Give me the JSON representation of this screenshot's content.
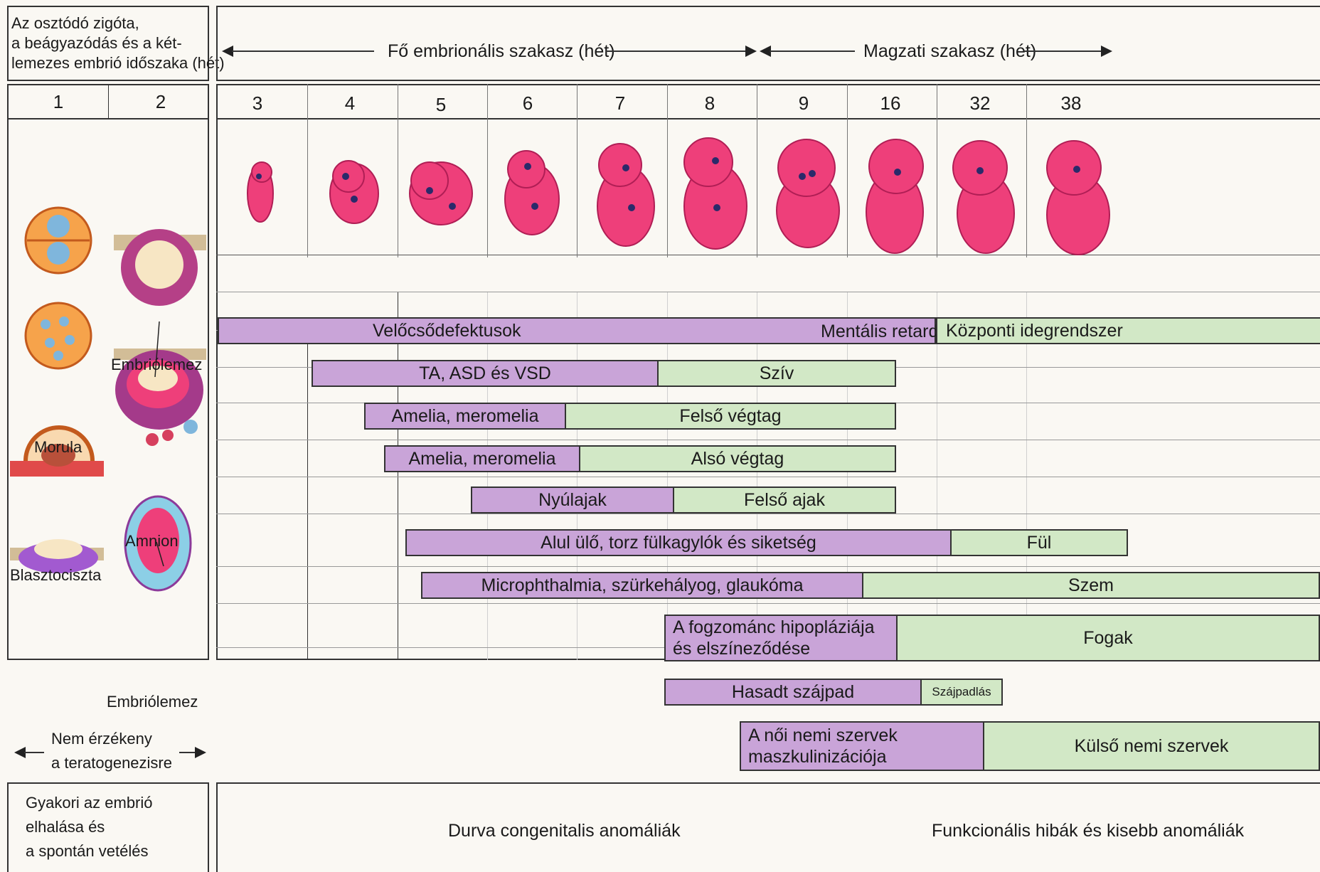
{
  "left_header": {
    "line1": "Az osztódó zigóta,",
    "line2": "a beágyazódás és a két-",
    "line3": "lemezes embrió időszaka (hét)"
  },
  "stage_labels": {
    "embryonic": "Fő embrionális szakasz (hét)",
    "fetal": "Magzati szakasz (hét)"
  },
  "early_weeks": [
    "1",
    "2"
  ],
  "weeks": [
    "3",
    "4",
    "5",
    "6",
    "7",
    "8",
    "9",
    "16",
    "32",
    "38"
  ],
  "early_labels": {
    "morula": "Morula",
    "blastocyst": "Blasztociszta",
    "embryonic_disc_1": "Embriólemez",
    "amnion": "Amnion",
    "embryonic_disc_2": "Embriólemez"
  },
  "not_sensitive": {
    "line1": "Nem érzékeny",
    "line2": "a teratogenezisre"
  },
  "bottom_left": {
    "line1": "Gyakori az embrió",
    "line2": "elhalása és",
    "line3": "a spontán vetélés"
  },
  "rows": {
    "cns": {
      "label1": "Velőcsődefektusok",
      "label2": "Mentális retardáció",
      "label3": "Központi idegrendszer"
    },
    "heart": {
      "defect": "TA, ASD és VSD",
      "organ": "Szív"
    },
    "upper_limb": {
      "defect": "Amelia, meromelia",
      "organ": "Felső végtag"
    },
    "lower_limb": {
      "defect": "Amelia, meromelia",
      "organ": "Alsó végtag"
    },
    "upper_lip": {
      "defect": "Nyúlajak",
      "organ": "Felső ajak"
    },
    "ear": {
      "defect": "Alul ülő, torz fülkagylók és siketség",
      "organ": "Fül"
    },
    "eye": {
      "defect": "Microphthalmia, szürkehályog, glaukóma",
      "organ": "Szem"
    },
    "teeth": {
      "defect1": "A fogzománc hipopláziája",
      "defect2": "és elszíneződése",
      "organ": "Fogak"
    },
    "palate": {
      "defect": "Hasadt szájpad",
      "organ": "Szájpadlás"
    },
    "genitals": {
      "defect1": "A női nemi szervek",
      "defect2": "maszkulinizációja",
      "organ": "Külső nemi szervek"
    }
  },
  "footer": {
    "gross": "Durva congenitalis anomáliák",
    "functional": "Funkcionális hibák és kisebb anomáliák"
  },
  "colors": {
    "defect": "#c9a4d8",
    "organ": "#d2e8c6",
    "embryo": "#ee3f7a"
  }
}
